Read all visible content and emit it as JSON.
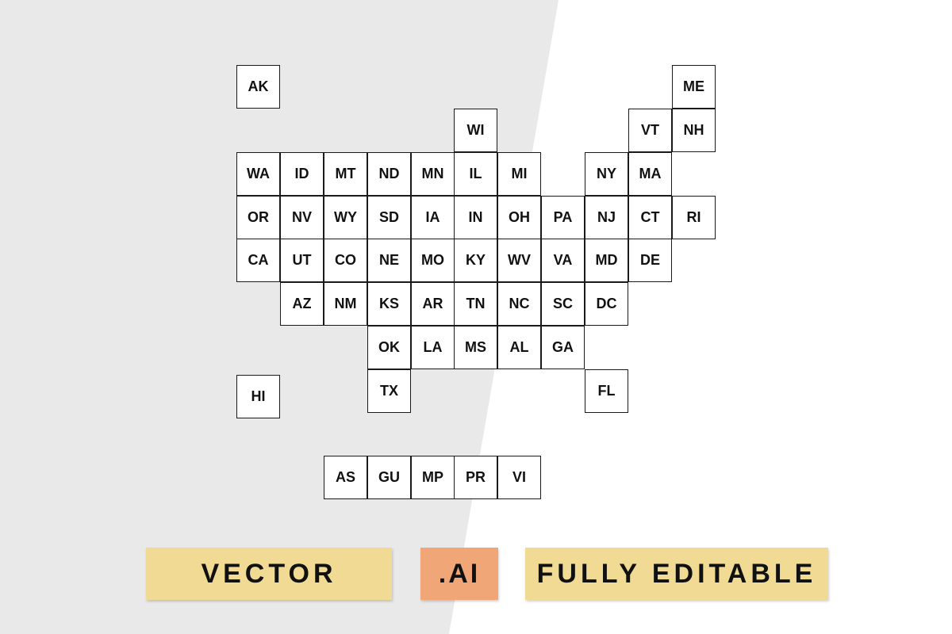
{
  "colors": {
    "background_left": "#e9e9e9",
    "background_right": "#ffffff",
    "tile_border": "#1a1a1a",
    "badge_yellow": "#f0da94",
    "badge_orange": "#f0a677"
  },
  "states": [
    "AK",
    "ME",
    "WI",
    "VT",
    "NH",
    "WA",
    "ID",
    "MT",
    "ND",
    "MN",
    "IL",
    "MI",
    "NY",
    "MA",
    "OR",
    "NV",
    "WY",
    "SD",
    "IA",
    "IN",
    "OH",
    "PA",
    "NJ",
    "CT",
    "RI",
    "CA",
    "UT",
    "CO",
    "NE",
    "MO",
    "KY",
    "WV",
    "VA",
    "MD",
    "DE",
    "AZ",
    "NM",
    "KS",
    "AR",
    "TN",
    "NC",
    "SC",
    "DC",
    "OK",
    "LA",
    "MS",
    "AL",
    "GA",
    "HI",
    "TX",
    "FL"
  ],
  "territories": [
    "AS",
    "GU",
    "MP",
    "PR",
    "VI"
  ],
  "badges": {
    "vector": "VECTOR",
    "ai": ".AI",
    "editable": "FULLY EDITABLE"
  }
}
